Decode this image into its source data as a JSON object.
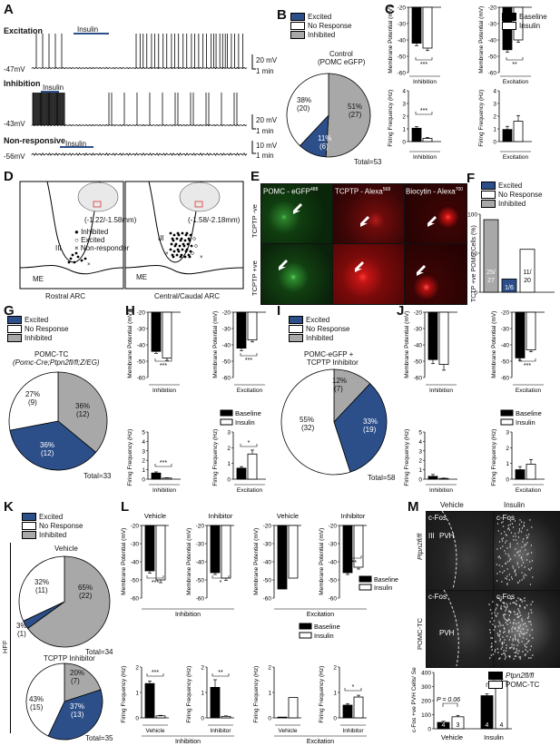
{
  "colors": {
    "excited": "#2c4f8a",
    "no_response": "#ffffff",
    "inhibited": "#a8a8a8",
    "baseline": "#000000",
    "insulin": "#ffffff",
    "green": "#1d5e1d",
    "red": "#6e0b0b"
  },
  "panels": {
    "A": "A",
    "B": "B",
    "C": "C",
    "D": "D",
    "E": "E",
    "F": "F",
    "G": "G",
    "H": "H",
    "I": "I",
    "J": "J",
    "K": "K",
    "L": "L",
    "M": "M"
  },
  "legend": {
    "excited": "Excited",
    "no_response": "No Response",
    "inhibited": "Inhibited",
    "baseline": "Baseline",
    "insulin": "Insulin"
  },
  "axis": {
    "mp": "Membrane Potential (mV)",
    "ff": "Firing Frequency (Hz)",
    "cfos": "c-Fos +ve PVH Cells/ Section",
    "tcptp": "TCTP +ve POMC Cells (%)"
  },
  "groups": {
    "inhibition": "Inhibition",
    "excitation": "Excitation",
    "vehicle": "Vehicle",
    "inhibitor": "Inhibitor",
    "insulin": "Insulin"
  },
  "sig": {
    "s1": "*",
    "s2": "**",
    "s3": "***",
    "p006": "P = 0.06"
  },
  "A": {
    "excitation": "Excitation",
    "inhibition": "Inhibition",
    "nonresp": "Non-responsive",
    "insulin": "Insulin",
    "v1": "-47mV",
    "v2": "-43mV",
    "v3": "-56mV",
    "sb1": "20 mV",
    "sb2": "20 mV",
    "sb3": "10 mV",
    "min": "1 min"
  },
  "B": {
    "title1": "Control",
    "title2": "(POMC eGFP)",
    "total": "Total=53",
    "s1": "51%",
    "n1": "(27)",
    "s2": "11%",
    "n2": "(6)",
    "s3": "38%",
    "n3": "(20)"
  },
  "D": {
    "r1": "(-1.22/-1.58mm)",
    "r2": "(-1.58/-2.18mm)",
    "l1": "Inhibited",
    "l2": "Excited",
    "l3": "Non-responder",
    "iii": "III",
    "me": "ME",
    "c1": "Rostral ARC",
    "c2": "Central/Caudal ARC"
  },
  "E": {
    "h1": "POMC - eGFP",
    "h1s": "488",
    "h2": "TCPTP - Alexa",
    "h2s": "568",
    "h3": "Biocytin - Alexa",
    "h3s": "700",
    "r1": "TCPTP -ve",
    "r2": "TCPTP +ve"
  },
  "F": {
    "b1": "25/ 27",
    "b2": "1/6",
    "b3": "11/ 20"
  },
  "G": {
    "title1": "POMC-TC",
    "title2": "(Pomc-Cre;Ptpn2fl/fl;Z/EG)",
    "total": "Total=33",
    "s1": "36%",
    "n1": "(12)",
    "s2": "36%",
    "n2": "(12)",
    "s3": "27%",
    "n3": "(9)"
  },
  "I": {
    "title1": "POMC-eGFP +",
    "title2": "TCPTP Inhibitor",
    "total": "Total=58",
    "s1": "12%",
    "n1": "(7)",
    "s2": "33%",
    "n2": "(19)",
    "s3": "55%",
    "n3": "(32)"
  },
  "K": {
    "hfd": "HFF",
    "vehicle": "Vehicle",
    "inhib": "TCPTP Inhibitor",
    "t1": "Total=34",
    "t2": "Total=35",
    "a1": "65%",
    "an1": "(22)",
    "a2": "3%",
    "an2": "(1)",
    "a3": "32%",
    "an3": "(11)",
    "b1": "20%",
    "bn1": "(7)",
    "b2": "37%",
    "bn2": "(13)",
    "b3": "43%",
    "bn3": "(15)"
  },
  "M": {
    "cfos": "c-Fos",
    "pvh": "PVH",
    "iii": "III",
    "row1": "Ptpn2fl/fl",
    "row2": "POMC-TC",
    "leg1": "Ptpn2fl/fl",
    "leg2": "POMC-TC",
    "n4": "4",
    "n3": "3"
  },
  "ticks": {
    "t_20": "-20",
    "t_30": "-30",
    "t_40": "-40",
    "t_50": "-50",
    "t_60": "-60",
    "t0": "0",
    "t1": "1",
    "t2": "2",
    "t3": "3",
    "t4": "4",
    "t5": "5",
    "t100": "100",
    "t200": "200",
    "t300": "300",
    "t400": "400",
    "t50": "50"
  }
}
